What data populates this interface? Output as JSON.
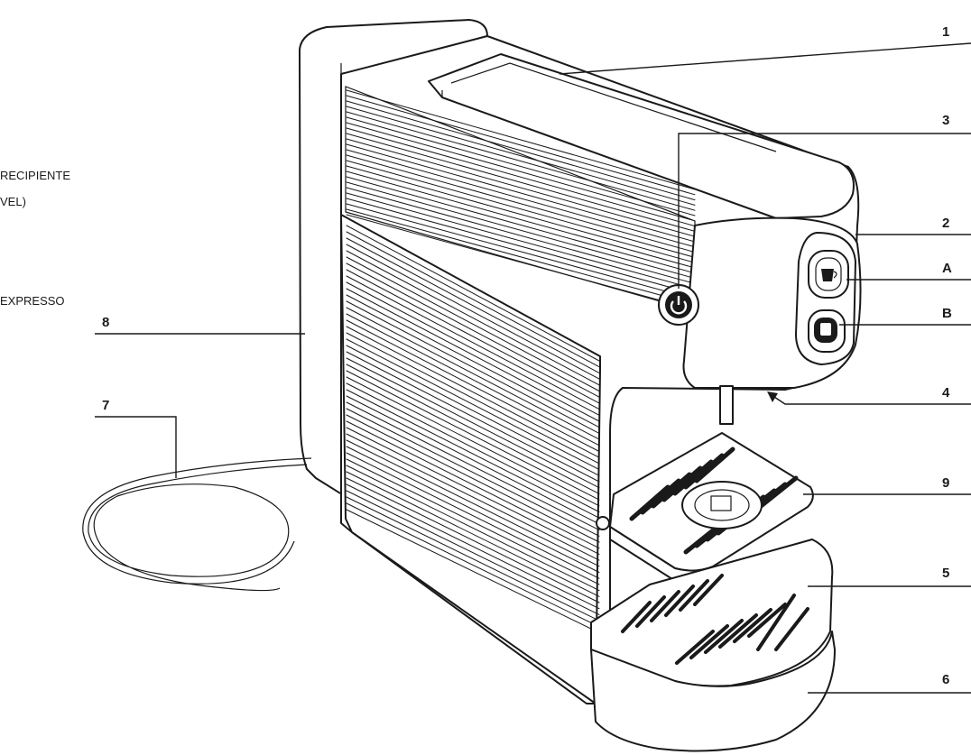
{
  "text_fragments": {
    "line1": "RECIPIENTE",
    "line2": "VEL)",
    "line3": "EXPRESSO"
  },
  "callouts": [
    {
      "id": "1",
      "label": "1"
    },
    {
      "id": "3",
      "label": "3"
    },
    {
      "id": "2",
      "label": "2"
    },
    {
      "id": "A",
      "label": "A"
    },
    {
      "id": "B",
      "label": "B"
    },
    {
      "id": "4",
      "label": "4"
    },
    {
      "id": "9",
      "label": "9"
    },
    {
      "id": "5",
      "label": "5"
    },
    {
      "id": "6",
      "label": "6"
    },
    {
      "id": "8",
      "label": "8"
    },
    {
      "id": "7",
      "label": "7"
    }
  ]
}
